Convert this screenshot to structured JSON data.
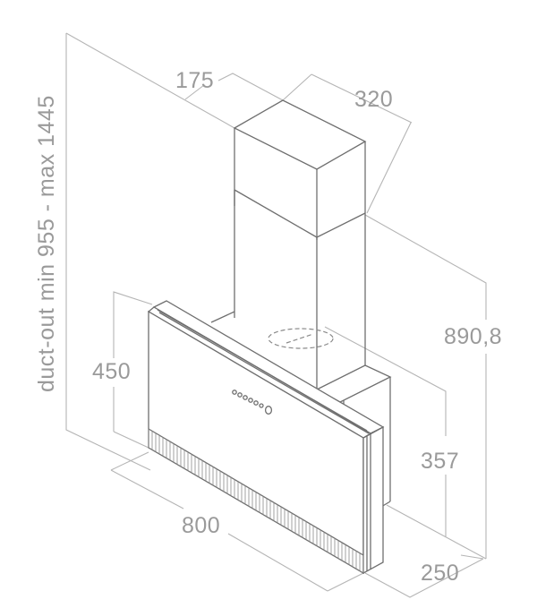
{
  "drawing": {
    "subject": "Vertical glass-front chimney range hood, isometric dimension drawing",
    "units": "mm",
    "colors": {
      "object_line": "#6f6f6f",
      "dimension_line": "#b5b5b5",
      "label_text": "#9a9a9a"
    }
  },
  "dimensions": {
    "duct_height": "duct-out min 955 - max 1445",
    "chimney_depth": "175",
    "chimney_width": "320",
    "total_height": "890,8",
    "panel_height": "450",
    "body_height": "357",
    "width": "800",
    "depth": "250"
  },
  "features": {
    "control_buttons_count": 7,
    "exhaust_outlet": "dashed-ellipse",
    "grille": "vertical-slats"
  }
}
